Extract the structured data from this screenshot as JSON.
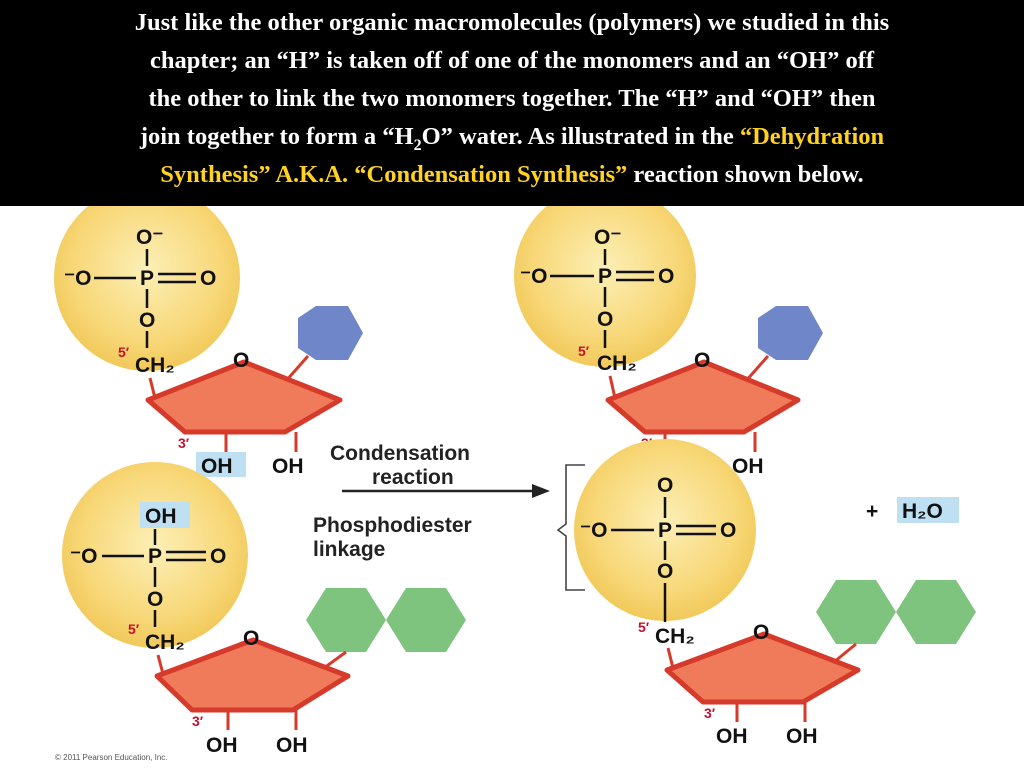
{
  "header": {
    "line1": "Just like the other organic macromolecules (polymers) we studied in this",
    "line2": "chapter;  an “H” is taken off of one of the monomers and an “OH” off",
    "line3": "the other to link the two monomers together. The “H” and “OH” then",
    "line4_pre": "join together to form a “H",
    "line4_sub": "2",
    "line4_mid": "O” water.  As illustrated in the ",
    "line4_hl": "“Dehydration",
    "line5_hl": "Synthesis” A.K.A. “Condensation Synthesis”",
    "line5_post": " reaction shown below."
  },
  "atoms": {
    "o_minus": "O⁻",
    "minus_o": "⁻O",
    "p": "P",
    "o": "O",
    "ch2": "CH₂",
    "oh": "OH",
    "five_prime": "5′",
    "three_prime": "3′"
  },
  "labels": {
    "condensation_line1": "Condensation",
    "condensation_line2": "reaction",
    "phosphodiester_line1": "Phosphodiester",
    "phosphodiester_line2": "linkage",
    "plus": "+",
    "water": "H₂O",
    "copyright": "© 2011 Pearson Education, Inc."
  },
  "colors": {
    "header_bg": "#000000",
    "header_text": "#ffffff",
    "highlight": "#ffd21f",
    "phosphate_circle": "#f8d879",
    "sugar": "#ef7b5a",
    "sugar_edge": "#d63a2a",
    "base_blue": "#6f86c8",
    "base_green": "#7ec47f",
    "oh_box": "#bfe0f3",
    "arrow_red": "#d8261f"
  }
}
